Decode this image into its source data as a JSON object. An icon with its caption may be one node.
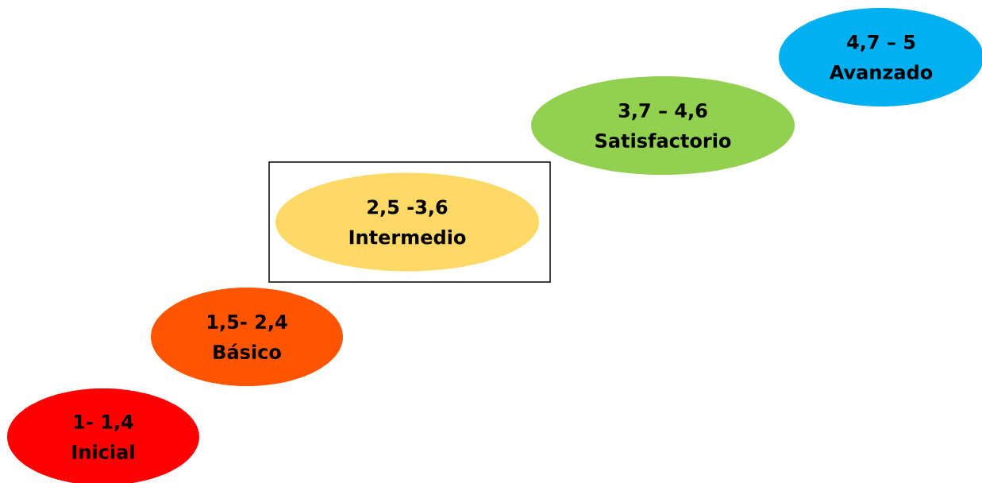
{
  "diagram": {
    "nodes": [
      {
        "text": [
          "1- 1,4",
          "Inicial"
        ]
      },
      {
        "text": [
          "1,5- 2,4",
          "Básico"
        ]
      },
      {
        "text": [],
        "shape": "box"
      },
      {
        "text": [
          "2,5 -3,6",
          "Intermedio"
        ],
        "in": 2
      },
      {
        "text": [
          "3,7 – 4,6",
          "Satisfactorio"
        ]
      },
      {
        "text": [
          "4,7 – 5",
          "Avanzado"
        ]
      }
    ]
  }
}
